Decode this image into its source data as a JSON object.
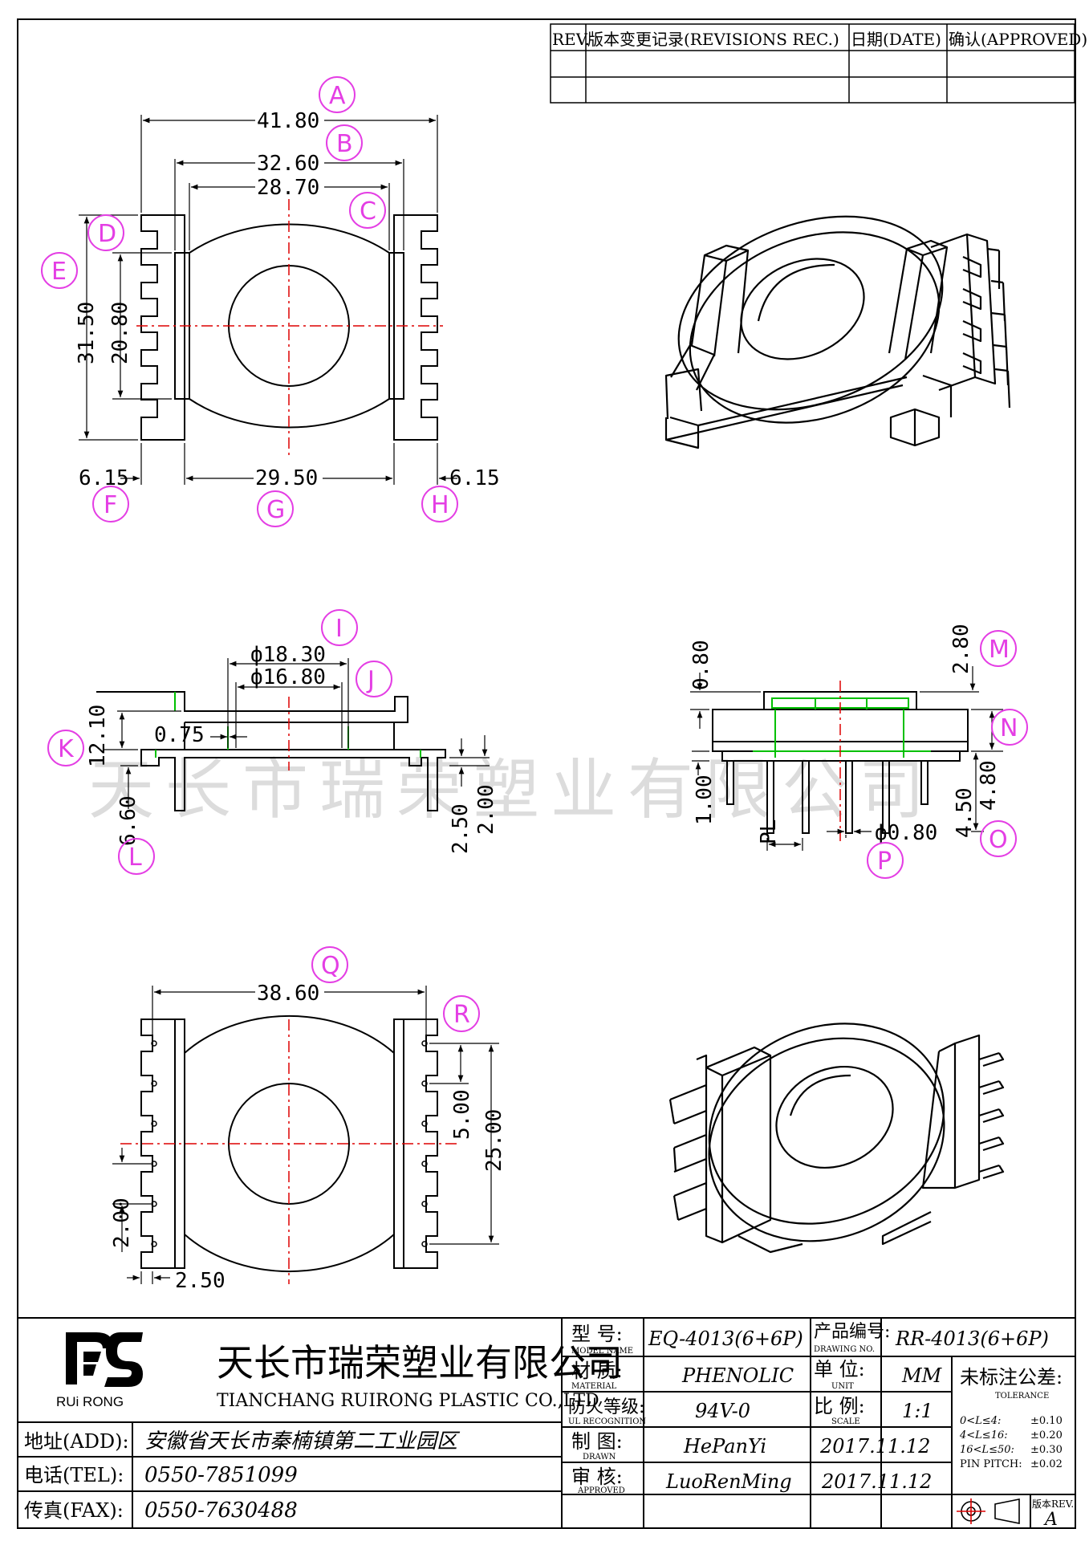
{
  "revisions": {
    "headers": [
      "REV.",
      "版本变更记录(REVISIONS REC.)",
      "日期(DATE)",
      "确认(APPROVED)"
    ]
  },
  "dimensions": {
    "a": "41.80",
    "b": "32.60",
    "c": "28.70",
    "d": "31.50",
    "e": "20.80",
    "f": "6.15",
    "g": "29.50",
    "h": "6.15",
    "i": "ф18.30",
    "j": "ф16.80",
    "k": "12.10",
    "k2": "0.75",
    "l": "6.60",
    "s1": "2.50",
    "s2": "2.00",
    "m": "2.80",
    "m0": "0.80",
    "n": "4.80",
    "o1": "4.50",
    "o2": "1.00",
    "pl": "PL",
    "p": "ф0.80",
    "q": "38.60",
    "r1": "5.00",
    "r2": "25.00",
    "b1": "2.00",
    "b2": "2.50"
  },
  "labels": [
    "A",
    "B",
    "C",
    "D",
    "E",
    "F",
    "G",
    "H",
    "I",
    "J",
    "K",
    "L",
    "M",
    "N",
    "O",
    "P",
    "Q",
    "R"
  ],
  "watermark": "天长市瑞荣塑业有限公司",
  "company": {
    "logo_text": "RUi RONG",
    "name_cn": "天长市瑞荣塑业有限公司",
    "name_en": "TIANCHANG RUIRONG PLASTIC CO.,LTD",
    "address_label": "地址(ADD):",
    "address": "安徽省天长市秦楠镇第二工业园区",
    "tel_label": "电话(TEL):",
    "tel": "0550-7851099",
    "fax_label": "传真(FAX):",
    "fax": "0550-7630488"
  },
  "title_block": {
    "model_label": "型  号:",
    "model_label_en": "MODEL NAME",
    "model": "EQ-4013(6+6P)",
    "drawing_label": "产品编号:",
    "drawing_label_en": "DRAWING NO.",
    "drawing_no": "RR-4013(6+6P)",
    "material_label": "材  质:",
    "material_label_en": "MATERIAL",
    "material": "PHENOLIC",
    "unit_label": "单  位:",
    "unit_label_en": "UNIT",
    "unit": "MM",
    "ul_label": "防火等级:",
    "ul_label_en": "UL RECOGNITION",
    "ul": "94V-0",
    "scale_label": "比  例:",
    "scale_label_en": "SCALE",
    "scale": "1:1",
    "drawn_label": "制  图:",
    "drawn_label_en": "DRAWN",
    "drawn": "HePanYi",
    "drawn_date": "2017.11.12",
    "approved_label": "审  核:",
    "approved_label_en": "APPROVED",
    "approved": "LuoRenMing",
    "approved_date": "2017.11.12",
    "tolerance_title": "未标注公差:",
    "tolerance_title_en": "TOLERANCE",
    "tolerances": [
      {
        "range": "0<L≤4:",
        "value": "±0.10"
      },
      {
        "range": "4<L≤16:",
        "value": "±0.20"
      },
      {
        "range": "16<L≤50:",
        "value": "±0.30"
      },
      {
        "range": "PIN PITCH:",
        "value": "±0.02"
      }
    ],
    "rev_label": "版本REV.",
    "rev": "A"
  }
}
